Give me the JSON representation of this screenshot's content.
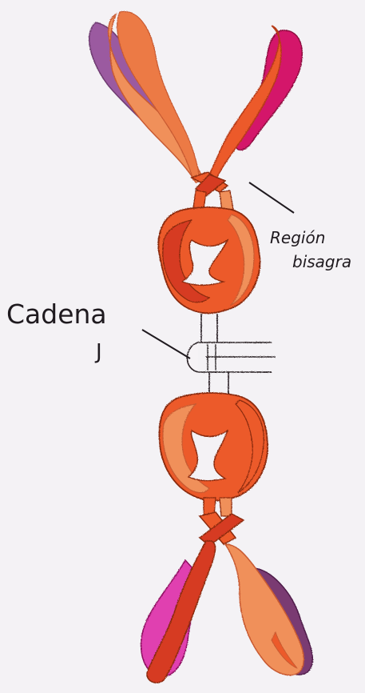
{
  "labels": {
    "hinge_region_line1": "Región",
    "hinge_region_line2": "bisagra",
    "j_chain_line1": "Cadena",
    "j_chain_line2": "J"
  },
  "colors": {
    "background": "#f4f2f5",
    "orange_light": "#f0905a",
    "orange_red": "#ec5a2a",
    "red_deep": "#d63b20",
    "magenta": "#d4166b",
    "magenta_pink": "#e040b0",
    "purple": "#9b5aa0",
    "ink": "#1f1a1f"
  }
}
